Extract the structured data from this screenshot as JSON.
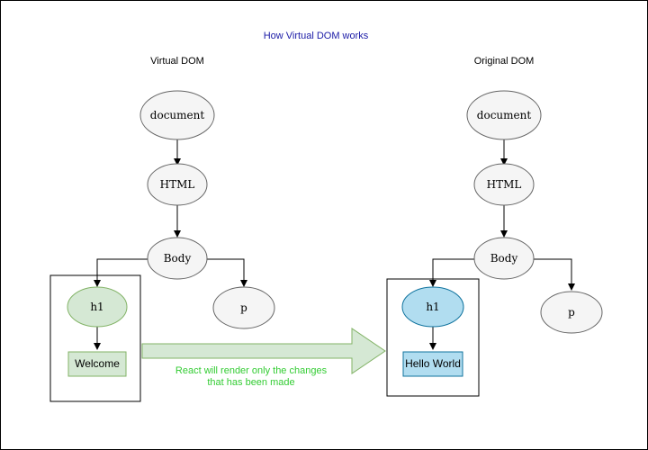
{
  "diagram": {
    "title": "How Virtual DOM works",
    "virtual_label": "Virtual DOM",
    "original_label": "Original DOM",
    "note_line1": "React will render only the changes",
    "note_line2": "that has been made",
    "virtual_tree": {
      "document": "document",
      "html": "HTML",
      "body": "Body",
      "h1": "h1",
      "p": "p",
      "leaf": "Welcome"
    },
    "original_tree": {
      "document": "document",
      "html": "HTML",
      "body": "Body",
      "h1": "h1",
      "p": "p",
      "leaf": "Hello World"
    },
    "colors": {
      "title": "#1a1aa6",
      "note": "#33cc33",
      "node_fill": "#f5f5f5",
      "node_stroke": "#666666",
      "virtual_fill": "#d5e8d4",
      "virtual_stroke": "#82b366",
      "original_fill": "#b1ddf0",
      "original_stroke": "#10739e",
      "arrow_fill": "#d5e8d4",
      "arrow_stroke": "#82b366"
    }
  }
}
